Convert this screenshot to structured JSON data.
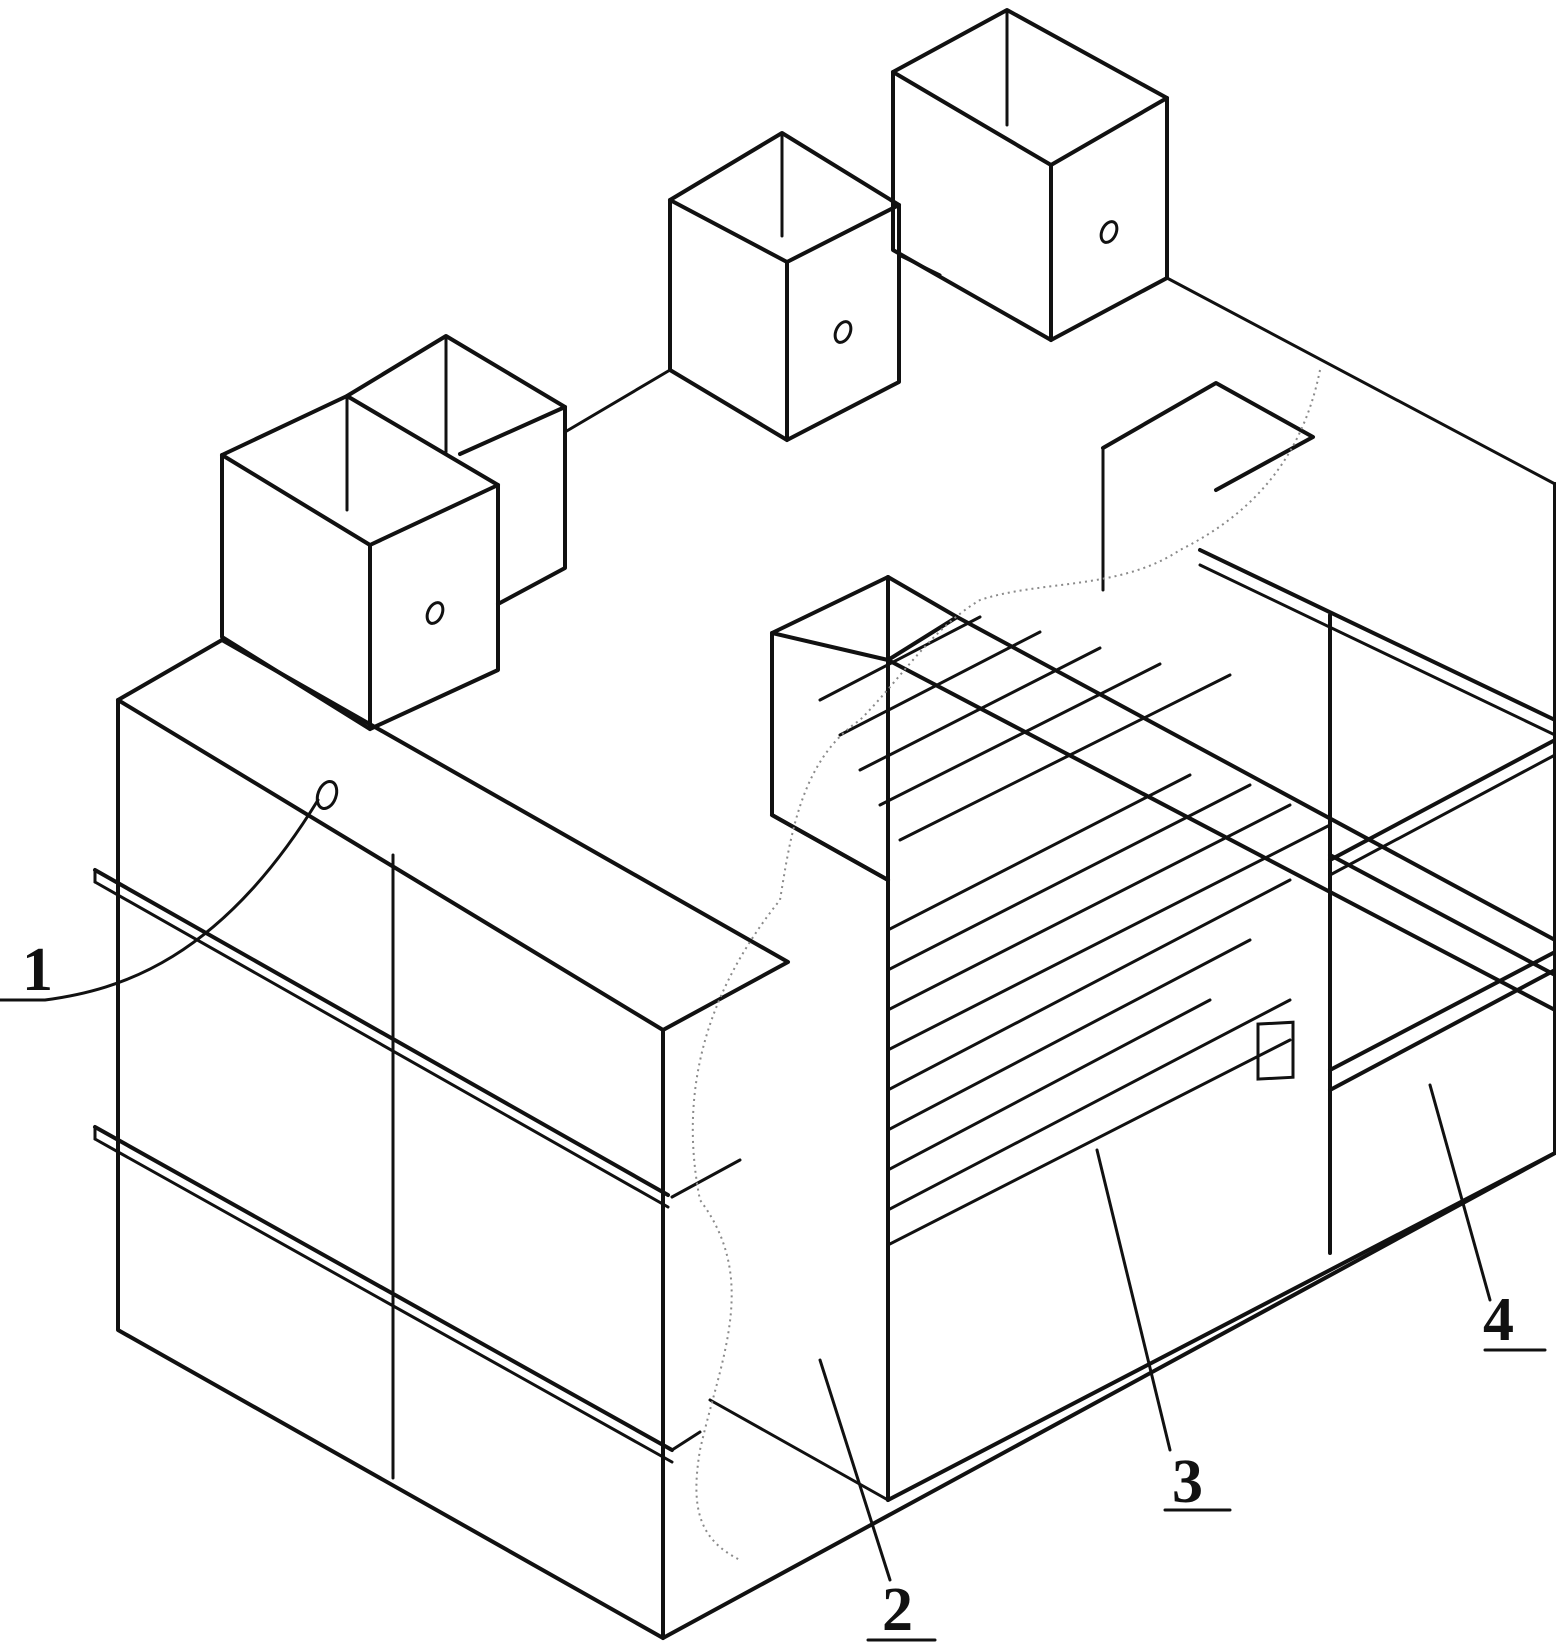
{
  "labels": {
    "label_1": "1",
    "label_2": "2",
    "label_3": "3",
    "label_4": "4"
  },
  "colors": {
    "ink": "#111111",
    "background": "#ffffff",
    "faint_leader": "#8a8a8a"
  }
}
